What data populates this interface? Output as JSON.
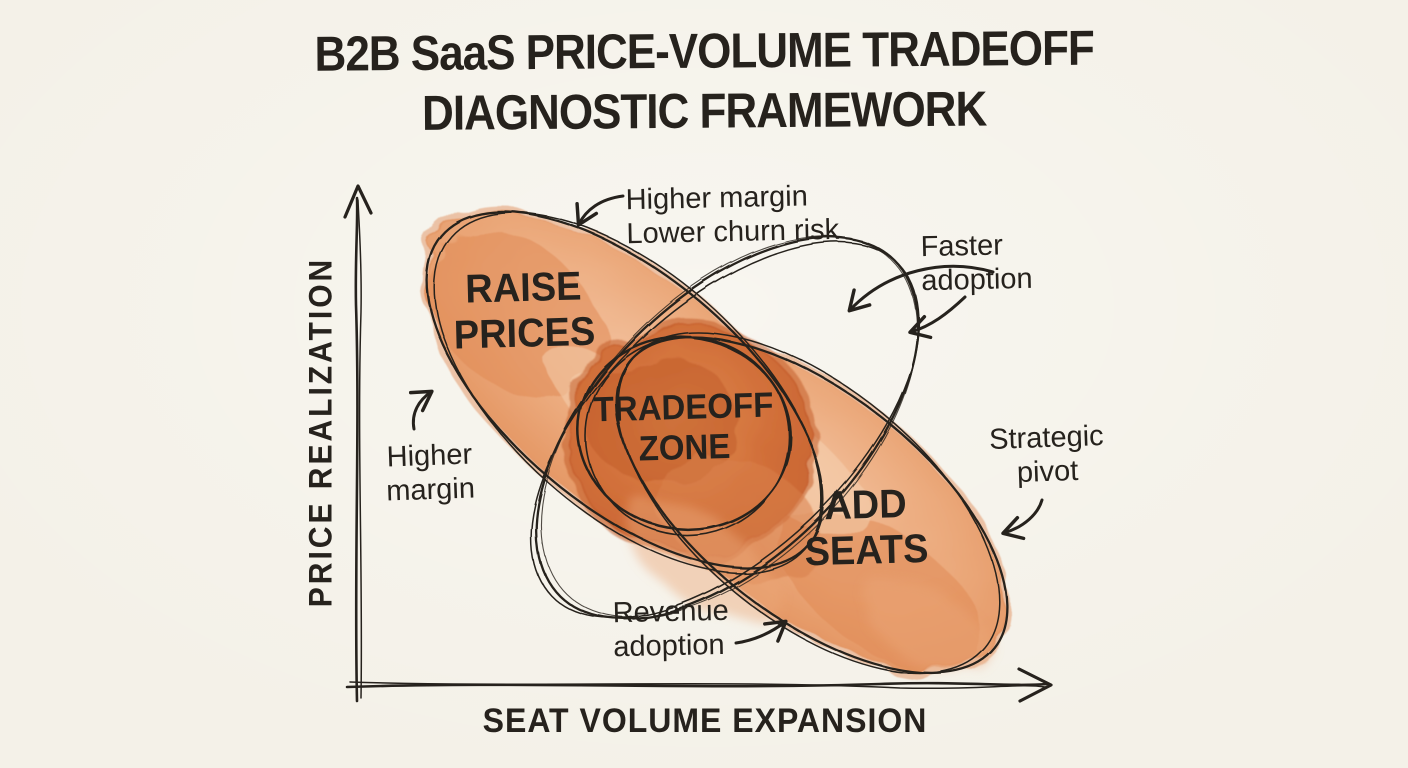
{
  "title": {
    "line1": "B2B SaaS PRICE-VOLUME TRADEOFF",
    "line2": "DIAGNOSTIC FRAMEWORK"
  },
  "axes": {
    "y_label": "PRICE REALIZATION",
    "x_label": "SEAT VOLUME EXPANSION"
  },
  "diagram": {
    "type": "hand-drawn venn / tradeoff diagram",
    "regions": {
      "raise_prices": {
        "line1": "RAISE",
        "line2": "PRICES",
        "fill": "#eba97b"
      },
      "add_seats": {
        "line1": "ADD",
        "line2": "SEATS",
        "fill": "#eba97b"
      },
      "tradeoff_zone": {
        "line1": "TRADEOFF",
        "line2": "ZONE",
        "fill": "#d2703a"
      }
    },
    "annotations": {
      "margin_churn": {
        "line1": "Higher margin",
        "line2": "Lower churn risk",
        "points_to": "raise_prices ellipse (top edge)"
      },
      "faster_adoption": {
        "line1": "Faster",
        "line2": "adoption",
        "points_to": "unfilled adoption loop (top-right)"
      },
      "higher_margin": {
        "line1": "Higher",
        "line2": "margin",
        "points_to": "raise_prices ellipse (left edge)"
      },
      "strategic_pivot": {
        "line1": "Strategic",
        "line2": "pivot",
        "points_to": "add_seats ellipse (right edge)"
      },
      "revenue_adoption": {
        "line1": "Revenue",
        "line2": "adoption",
        "points_to": "add_seats ellipse (bottom edge)"
      }
    }
  },
  "colors": {
    "background": "#f4f1e8",
    "ink": "#26221d",
    "wash_light": "#eba97b",
    "wash_light_deep": "#e08a55",
    "wash_dark": "#d2703a",
    "wash_dark_deep": "#c05a28"
  }
}
